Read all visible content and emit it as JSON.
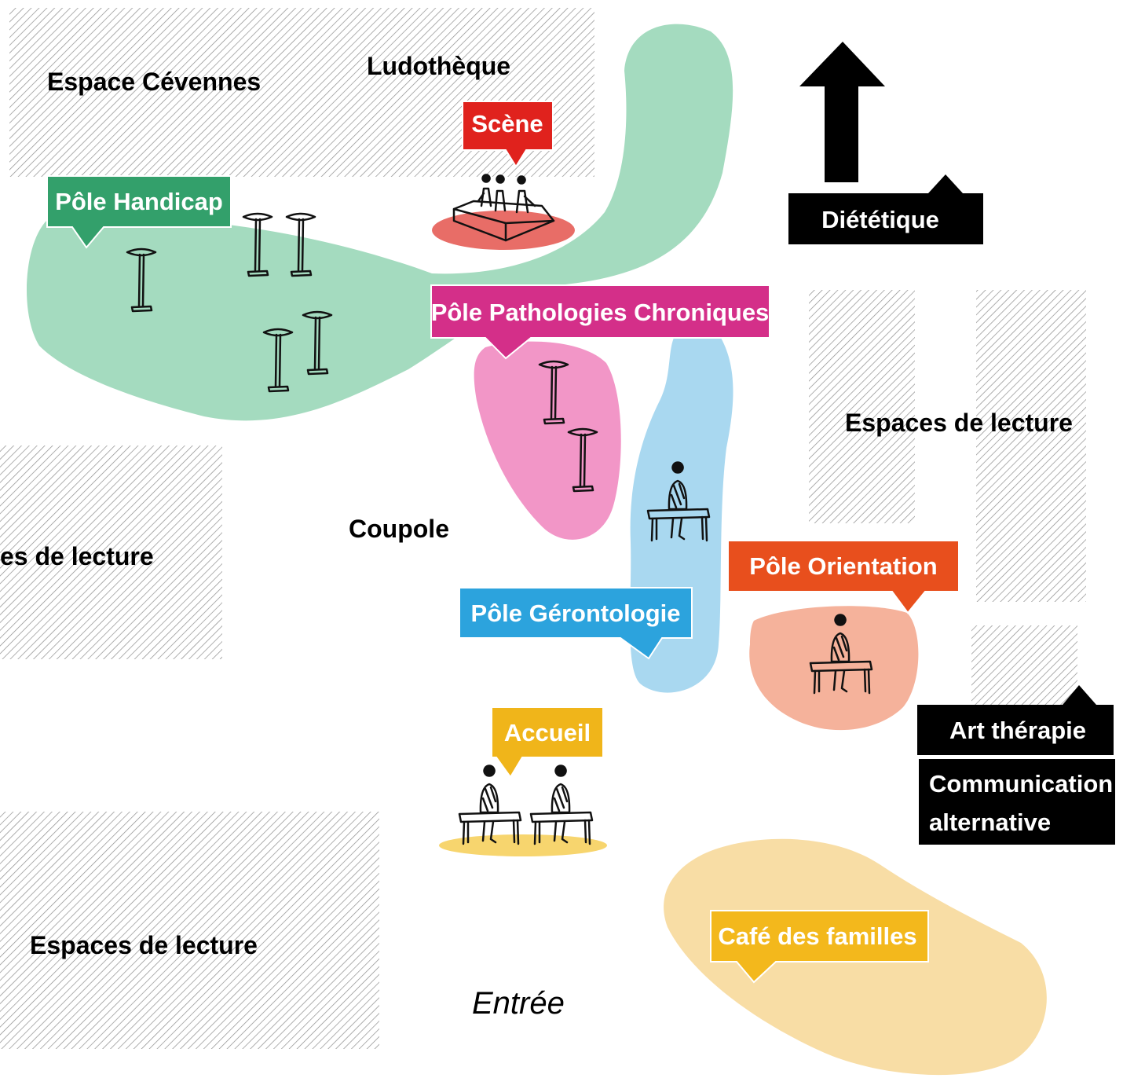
{
  "colors": {
    "handicap": "#33a06b",
    "handicap_zone": "#a4dbbf",
    "scene": "#e0221d",
    "scene_zone": "#e86d67",
    "pathologies": "#d42f89",
    "pathologies_zone": "#f296c7",
    "gerontologie": "#2ca3dd",
    "gerontologie_zone": "#a9d8f0",
    "orientation": "#e84f1d",
    "orientation_zone": "#f5b29b",
    "accueil": "#f0b51a",
    "accueil_zone": "#f7d56e",
    "cafe": "#f3b81c",
    "cafe_zone": "#f8dda5",
    "black": "#000000",
    "hatch": "#9a9a9a"
  },
  "areas": {
    "espace_cevennes": "Espace Cévennes",
    "ludotheque": "Ludothèque",
    "espaces_lecture_right": "Espaces de lecture",
    "espaces_lecture_left": "es de lecture",
    "espaces_lecture_bottom": "Espaces de lecture",
    "coupole": "Coupole",
    "entree": "Entrée"
  },
  "poles": {
    "scene": "Scène",
    "handicap": "Pôle Handicap",
    "pathologies": "Pôle Pathologies Chroniques",
    "gerontologie": "Pôle Gérontologie",
    "orientation": "Pôle Orientation",
    "accueil": "Accueil",
    "cafe": "Café des familles"
  },
  "black_labels": {
    "dietetique": "Diététique",
    "art_therapie": "Art thérapie",
    "communication_line1": "Communication",
    "communication_line2": "alternative"
  },
  "icons": {
    "direction_arrow": "arrow-up-icon",
    "high_table": "high-table-icon",
    "desk_person": "seated-person-desk-icon",
    "stage": "stage-with-people-icon"
  }
}
